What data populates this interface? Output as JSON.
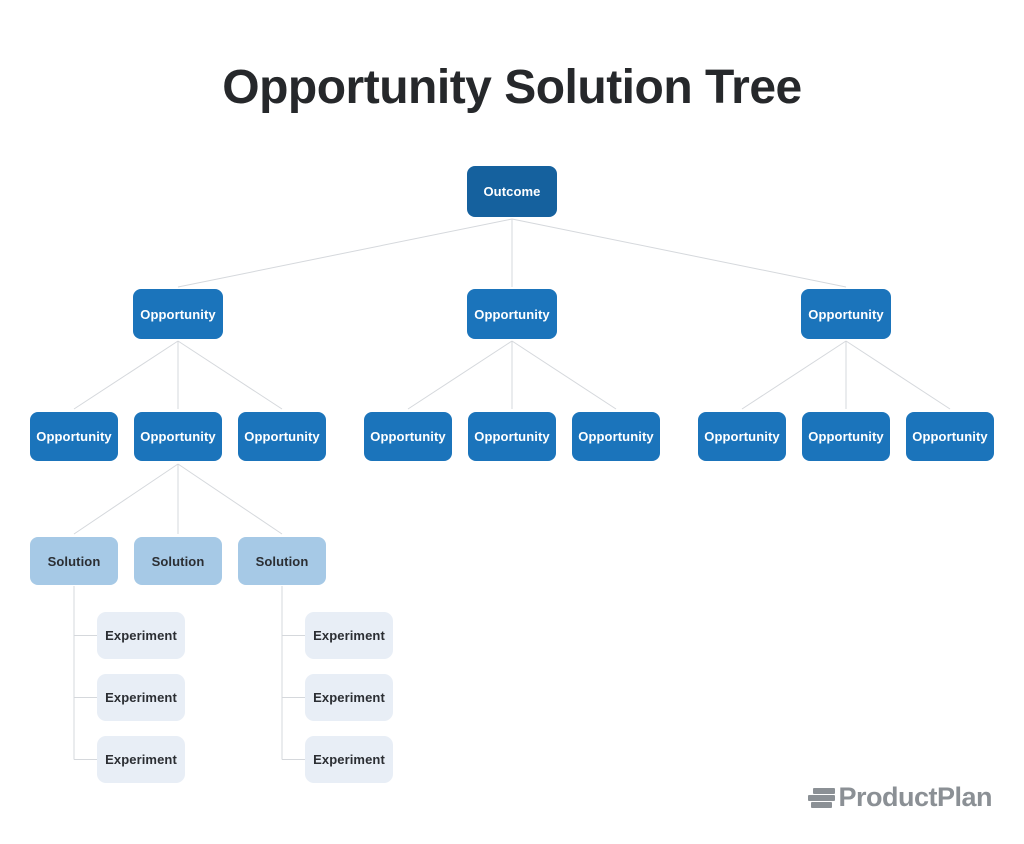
{
  "title": "Opportunity Solution Tree",
  "tree": {
    "root": {
      "label": "Outcome"
    },
    "level2": [
      {
        "label": "Opportunity"
      },
      {
        "label": "Opportunity"
      },
      {
        "label": "Opportunity"
      }
    ],
    "level3_groups": [
      [
        {
          "label": "Opportunity"
        },
        {
          "label": "Opportunity"
        },
        {
          "label": "Opportunity"
        }
      ],
      [
        {
          "label": "Opportunity"
        },
        {
          "label": "Opportunity"
        },
        {
          "label": "Opportunity"
        }
      ],
      [
        {
          "label": "Opportunity"
        },
        {
          "label": "Opportunity"
        },
        {
          "label": "Opportunity"
        }
      ]
    ],
    "solutions": [
      {
        "label": "Solution"
      },
      {
        "label": "Solution"
      },
      {
        "label": "Solution"
      }
    ],
    "experiment_groups": [
      [
        {
          "label": "Experiment"
        },
        {
          "label": "Experiment"
        },
        {
          "label": "Experiment"
        }
      ],
      [
        {
          "label": "Experiment"
        },
        {
          "label": "Experiment"
        },
        {
          "label": "Experiment"
        }
      ]
    ]
  },
  "colors": {
    "outcome_fill": "#15619E",
    "opportunity_fill": "#1B74BB",
    "solution_fill": "#A6C9E6",
    "experiment_fill": "#E8EEF6",
    "connector_line": "#D5D8DC",
    "title_text": "#26282B",
    "node_text_light": "#FFFFFF",
    "node_text_dark": "#2B2E33",
    "logo_gray": "#8B9095"
  },
  "logo": {
    "text": "ProductPlan"
  }
}
